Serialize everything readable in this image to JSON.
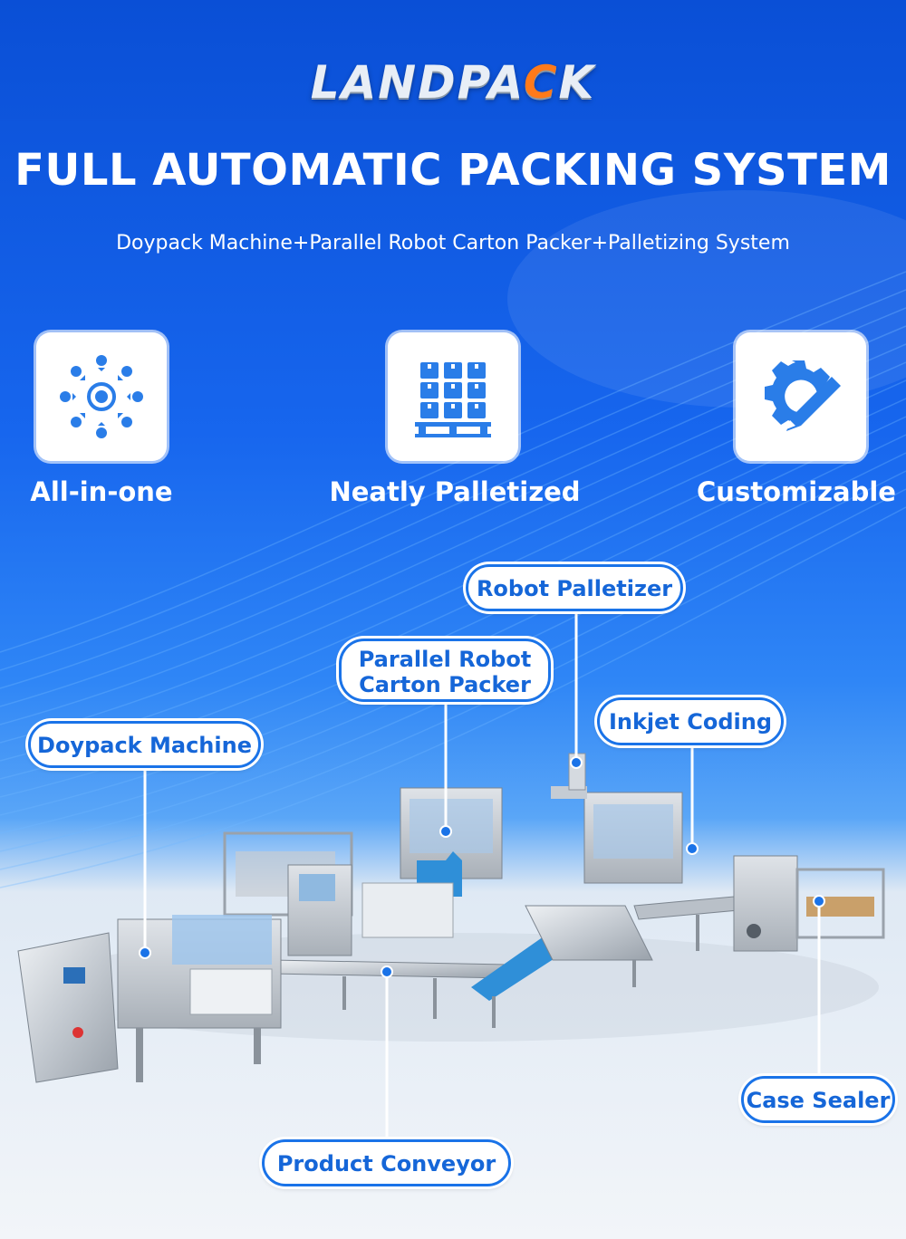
{
  "brand": {
    "logo_prefix": "LANDPA",
    "logo_accent": "C",
    "logo_suffix": "K"
  },
  "header": {
    "title": "FULL AUTOMATIC PACKING SYSTEM",
    "subtitle": "Doypack Machine+Parallel Robot Carton Packer+Palletizing System"
  },
  "features": [
    {
      "label": "All-in-one",
      "icon": "all-in-one-network-icon"
    },
    {
      "label": "Neatly Palletized",
      "icon": "pallet-boxes-icon"
    },
    {
      "label": "Customizable",
      "icon": "gear-pencil-icon"
    }
  ],
  "callouts": {
    "robot_palletizer": "Robot Palletizer",
    "parallel_robot_line1": "Parallel Robot",
    "parallel_robot_line2": "Carton Packer",
    "inkjet_coding": "Inkjet Coding",
    "doypack_machine": "Doypack Machine",
    "case_sealer": "Case Sealer",
    "product_conveyor": "Product Conveyor"
  },
  "colors": {
    "accent_blue": "#1a73e8",
    "logo_orange": "#ff7a1a",
    "background_blue": "#0a4fd6"
  }
}
